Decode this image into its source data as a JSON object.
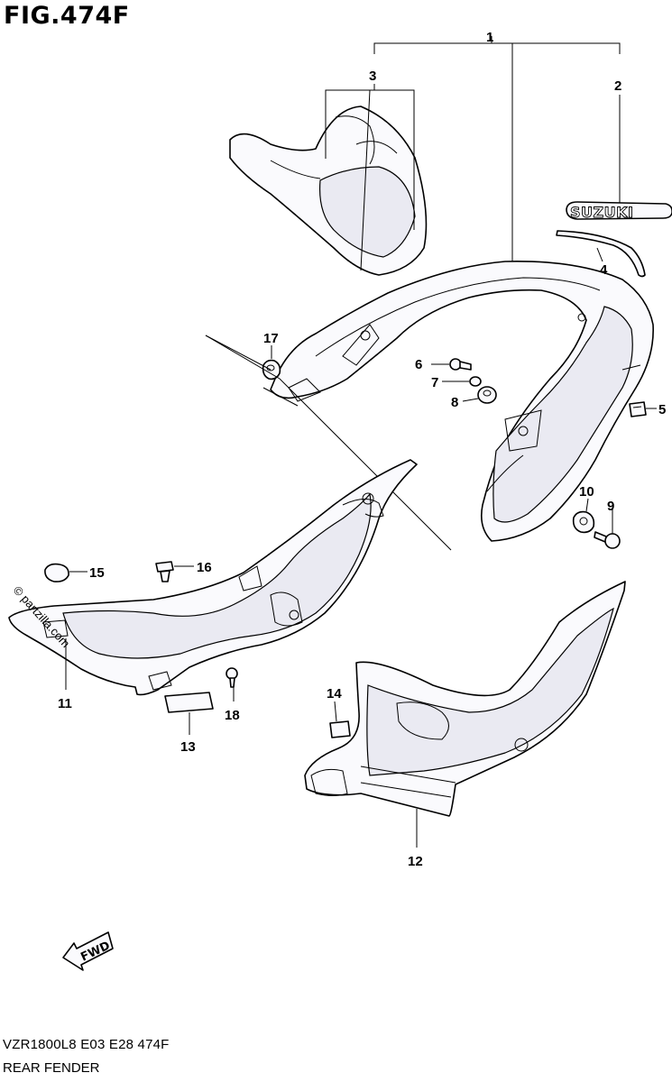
{
  "figure": {
    "title": "FIG.474F",
    "code": "VZR1800L8  E03  E28  474F",
    "name": "REAR FENDER"
  },
  "watermark": "© partzilla.com",
  "emblem_text": "SUZUKI",
  "fwd_label": "FWD",
  "callouts": [
    {
      "id": "c1",
      "label": "1"
    },
    {
      "id": "c2",
      "label": "2"
    },
    {
      "id": "c3",
      "label": "3"
    },
    {
      "id": "c4",
      "label": "4"
    },
    {
      "id": "c5",
      "label": "5"
    },
    {
      "id": "c6",
      "label": "6"
    },
    {
      "id": "c7",
      "label": "7"
    },
    {
      "id": "c8",
      "label": "8"
    },
    {
      "id": "c9",
      "label": "9"
    },
    {
      "id": "c10",
      "label": "10"
    },
    {
      "id": "c11",
      "label": "11"
    },
    {
      "id": "c12",
      "label": "12"
    },
    {
      "id": "c13",
      "label": "13"
    },
    {
      "id": "c14",
      "label": "14"
    },
    {
      "id": "c15",
      "label": "15"
    },
    {
      "id": "c16",
      "label": "16"
    },
    {
      "id": "c17",
      "label": "17"
    },
    {
      "id": "c18",
      "label": "18"
    }
  ]
}
